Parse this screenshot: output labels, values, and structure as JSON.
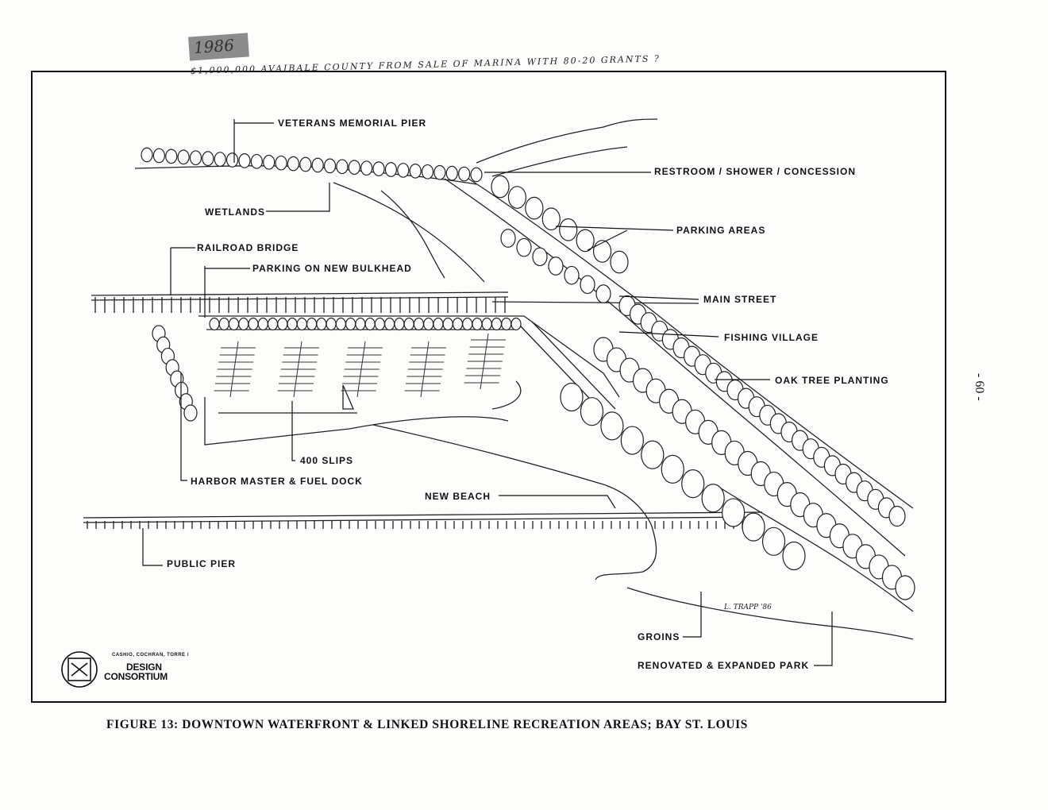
{
  "handwritten_note": {
    "year": "1986",
    "text": "$1,000,000 AVAIBALE COUNTY FROM SALE OF MARINA WITH 80-20 GRANTS ?"
  },
  "labels": {
    "veterans_memorial_pier": "VETERANS MEMORIAL PIER",
    "restroom": "RESTROOM / SHOWER / CONCESSION",
    "wetlands": "WETLANDS",
    "parking_areas": "PARKING AREAS",
    "railroad_bridge": "RAILROAD BRIDGE",
    "parking_bulkhead": "PARKING ON NEW BULKHEAD",
    "main_street": "MAIN STREET",
    "fishing_village": "FISHING VILLAGE",
    "oak_tree_planting": "OAK TREE PLANTING",
    "slips": "400 SLIPS",
    "harbor_master": "HARBOR MASTER & FUEL DOCK",
    "new_beach": "NEW BEACH",
    "public_pier": "PUBLIC PIER",
    "groins": "GROINS",
    "renovated_park": "RENOVATED & EXPANDED PARK"
  },
  "artist_signature": "L. TRAPP '86",
  "logo": {
    "small_text": "CASHIO, COCHRAN, TORRE /",
    "line1": "DESIGN",
    "line2": "CONSORTIUM"
  },
  "caption": "FIGURE 13: DOWNTOWN WATERFRONT & LINKED SHORELINE RECREATION AREAS; BAY ST. LOUIS",
  "page_number": "- 60 -"
}
